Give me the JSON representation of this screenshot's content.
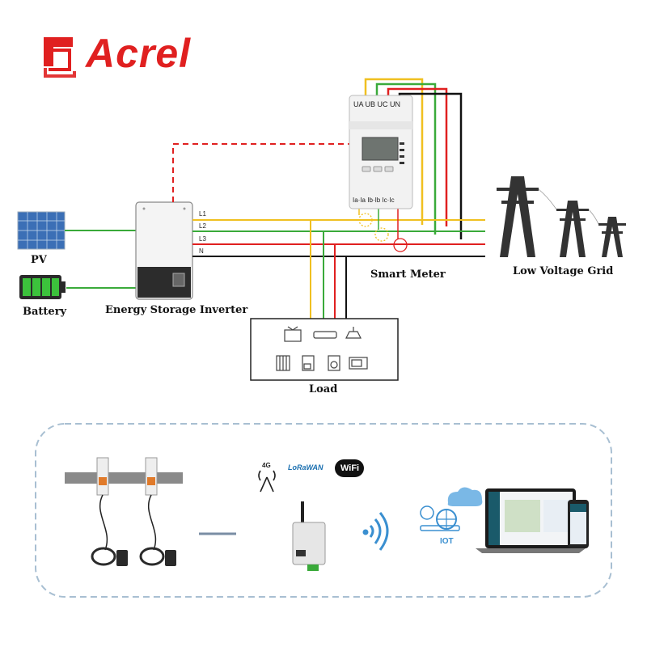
{
  "brand": {
    "name": "Acrel",
    "color": "#e02020"
  },
  "labels": {
    "pv": "PV",
    "battery": "Battery",
    "inverter": "Energy Storage Inverter",
    "smart_meter": "Smart Meter",
    "grid": "Low Voltage Grid",
    "load": "Load",
    "iot": "IOT"
  },
  "lines": {
    "l1": "L1",
    "l2": "L2",
    "l3": "L3",
    "n": "N"
  },
  "meter_terminals": {
    "top": "UA UB UC UN",
    "bottom": "Ia·Ia  Ib·Ib  Ic·Ic"
  },
  "comms": {
    "four_g": "4G",
    "lorawan": "LoRaWAN",
    "wifi": "WiFi"
  },
  "colors": {
    "l1": "#f0c020",
    "l2": "#3aaa3a",
    "l3": "#e02020",
    "n": "#111111",
    "frame": "#a8bfd2",
    "iot": "#3a8fd0"
  },
  "icons": [
    "solar-panel-icon",
    "battery-icon",
    "inverter-icon",
    "smart-meter-icon",
    "transmission-tower-icon",
    "tv-icon",
    "air-conditioner-icon",
    "range-hood-icon",
    "heater-icon",
    "coffee-machine-icon",
    "washing-machine-icon",
    "microwave-icon",
    "din-rail-meter-icon",
    "current-transformer-icon",
    "cell-tower-icon",
    "gateway-icon",
    "wireless-signal-icon",
    "cloud-icon",
    "laptop-icon",
    "phone-icon"
  ]
}
